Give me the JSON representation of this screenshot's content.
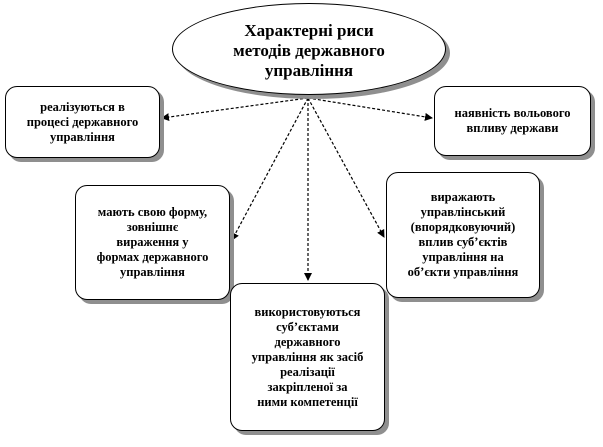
{
  "center": {
    "title": "Характерні риси\nметодів державного\nуправління"
  },
  "boxes": {
    "process": "реалізуються  в\nпроцесі державного\nуправління",
    "will": "наявність вольового\nвпливу держави",
    "form": "мають свою форму,\nзовнішнє\nвираження у\nформах  державного\nуправління",
    "influence": "виражають\nуправлінський\n(впорядковуючий)\nвплив суб’єктів\nуправління на\nоб’єкти управління",
    "means": "використовуються\nсуб’єктами\nдержавного\nуправління як засіб\nреалізації\nзакріпленої за\nними компетенції"
  }
}
